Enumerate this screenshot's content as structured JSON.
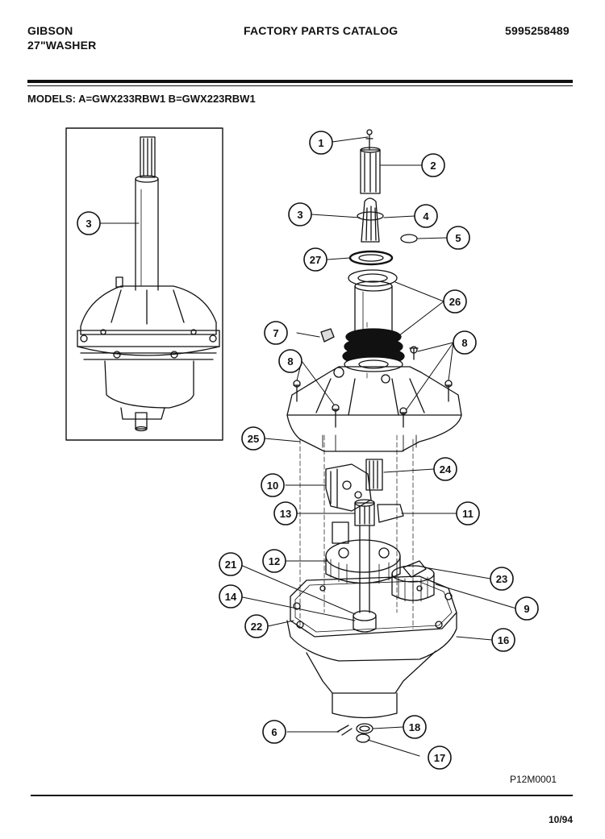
{
  "header": {
    "brand": "GIBSON",
    "product": "27\"WASHER",
    "catalog_title": "FACTORY PARTS CATALOG",
    "catalog_number": "5995258489"
  },
  "models_line": "MODELS:   A=GWX233RBW1  B=GWX223RBW1",
  "callouts": {
    "c1": "1",
    "c2": "2",
    "c3": "3",
    "c3b": "3",
    "c4": "4",
    "c5": "5",
    "c27": "27",
    "c26": "26",
    "c7": "7",
    "c8a": "8",
    "c8b": "8",
    "c25": "25",
    "c24": "24",
    "c10": "10",
    "c13": "13",
    "c11": "11",
    "c12": "12",
    "c21": "21",
    "c23": "23",
    "c14": "14",
    "c9": "9",
    "c22": "22",
    "c16": "16",
    "c6": "6",
    "c18": "18",
    "c17": "17"
  },
  "figure_code": "P12M0001",
  "date_code": "10/94"
}
